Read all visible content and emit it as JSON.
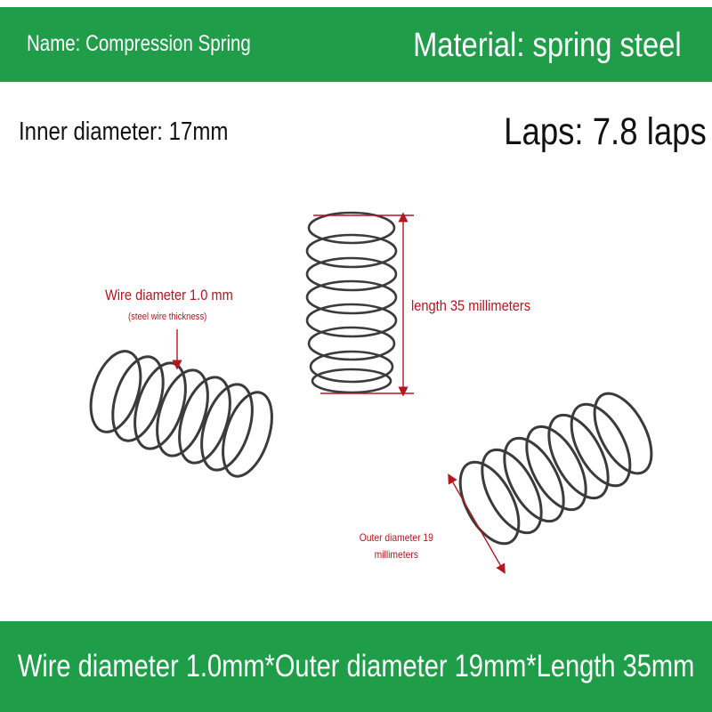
{
  "colors": {
    "band_green": "#1f9d49",
    "dimension_red": "#b4161b",
    "spring_steel": "#3b3b3b"
  },
  "header": {
    "name": "Name: Compression Spring",
    "material": "Material: spring steel"
  },
  "specs": {
    "inner_diameter": "Inner diameter: 17mm",
    "laps": "Laps: 7.8 laps"
  },
  "annotations": {
    "wire_diameter": "Wire diameter 1.0 mm",
    "wire_note": "(steel wire thickness)",
    "length": "length 35 millimeters",
    "outer_diameter": "Outer diameter 19 millimeters"
  },
  "footer": {
    "summary": "Wire diameter 1.0mm*Outer diameter 19mm*Length 35mm"
  }
}
